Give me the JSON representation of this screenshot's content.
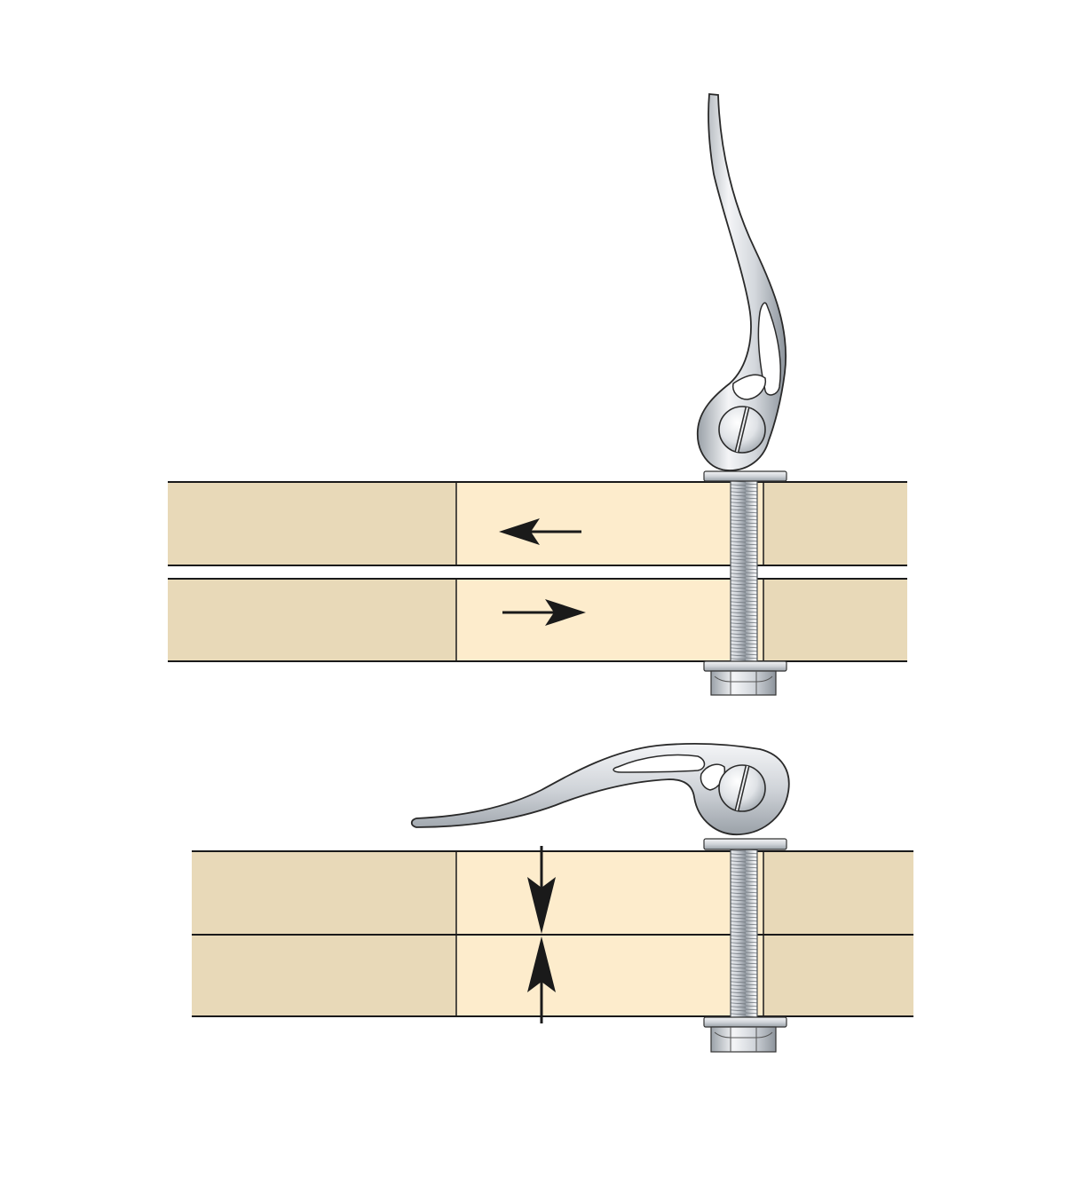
{
  "diagram": {
    "panels": [
      {
        "state": "open",
        "lever": "lever-up",
        "motion": "boards-slide-apart"
      },
      {
        "state": "closed",
        "lever": "lever-down",
        "motion": "boards-clamp-together"
      }
    ],
    "icons": [
      "arrow-left-icon",
      "arrow-right-icon",
      "arrow-down-icon",
      "arrow-up-icon",
      "cam-lever-icon",
      "bolt-icon",
      "hex-nut-icon",
      "washer-icon"
    ]
  },
  "colors": {
    "board_dark": "#e8d9b8",
    "board_light": "#fdeccc",
    "outline": "#1a1a1a",
    "metal_light": "#f5f6f8",
    "metal_mid": "#c6cbd1",
    "metal_dark": "#8d949c",
    "background": "#ffffff"
  }
}
